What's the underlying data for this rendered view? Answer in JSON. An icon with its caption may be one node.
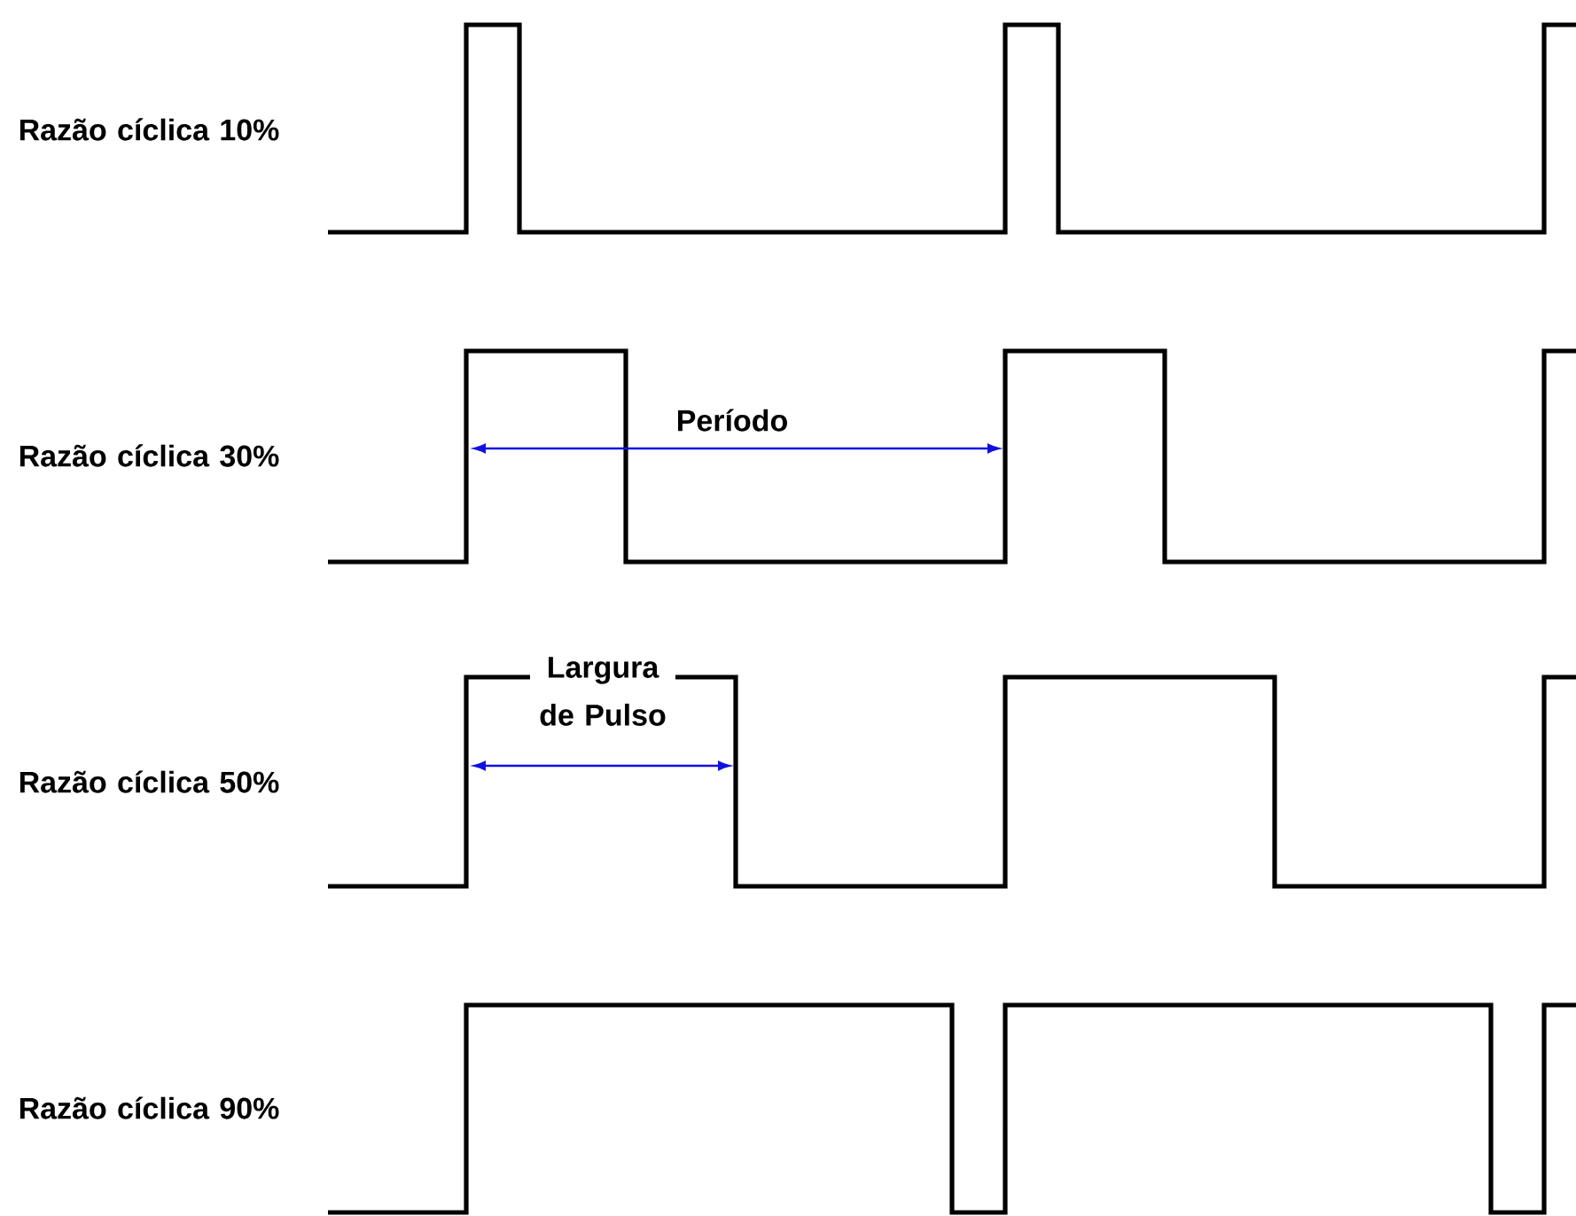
{
  "diagram": {
    "labels": [
      "Razão cíclica 10%",
      "Razão cíclica 30%",
      "Período",
      "Largura de Pulso",
      "Razão cíclica 50%",
      "Razão cíclica 90%"
    ]
  }
}
